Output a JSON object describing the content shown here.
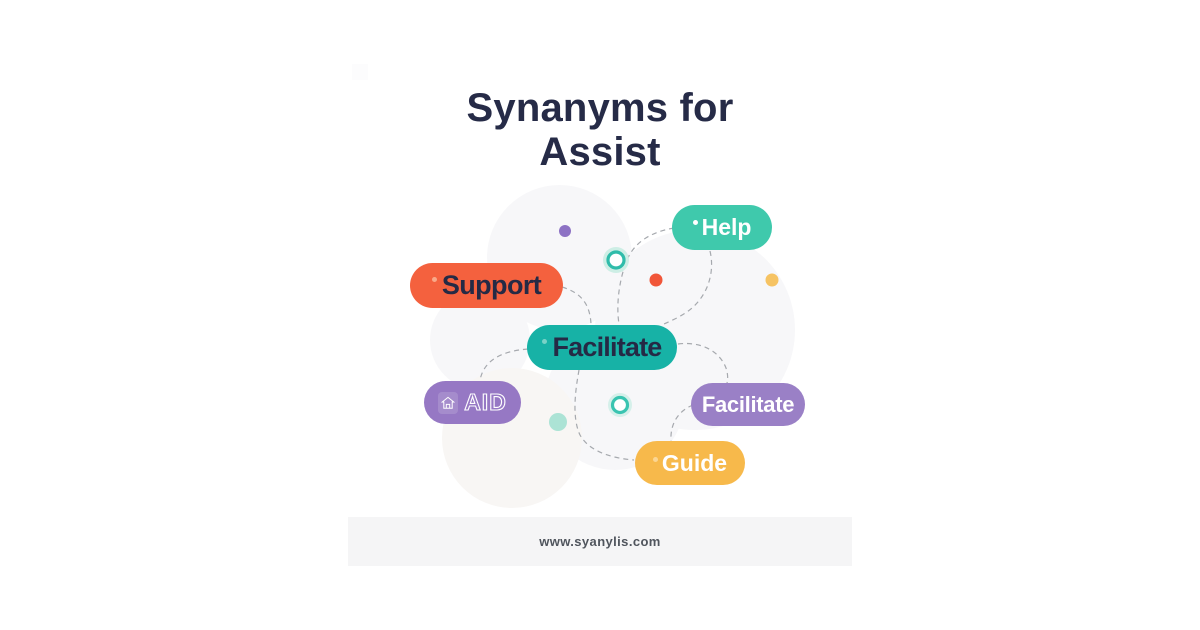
{
  "title": {
    "line1": "Synanyms for",
    "line2": "Assist"
  },
  "nodes": {
    "help": {
      "label": "Help",
      "color": "#3FC9AC",
      "text_color": "#FFFFFF"
    },
    "support": {
      "label": "Support",
      "color": "#F4613E",
      "text_color": "#252A45"
    },
    "facilitate_center": {
      "label": "Facilitate",
      "color": "#17B2A6",
      "text_color": "#252A45"
    },
    "aid": {
      "label": "AID",
      "color": "#9678C4",
      "text_color": "#FFFFFF",
      "icon": "house-icon"
    },
    "facilitate_right": {
      "label": "Facilitate",
      "color": "#9A80C6",
      "text_color": "#FFFFFF"
    },
    "guide": {
      "label": "Guide",
      "color": "#F7B94B",
      "text_color": "#FFFFFF"
    }
  },
  "decor": {
    "line_color": "#A6A9AE",
    "dots": [
      {
        "name": "purple-dot",
        "color": "#8D72C4"
      },
      {
        "name": "red-dot",
        "color": "#F15639"
      },
      {
        "name": "yellow-dot",
        "color": "#F6C363"
      },
      {
        "name": "soft-teal-dot",
        "color": "#ACE3D5"
      },
      {
        "name": "teal-ring-top",
        "color": "#2FBCAA"
      },
      {
        "name": "teal-ring-bottom",
        "color": "#3AC4B1"
      }
    ]
  },
  "footer": {
    "url": "www.syanylis.com",
    "bg": "#F5F5F6"
  }
}
